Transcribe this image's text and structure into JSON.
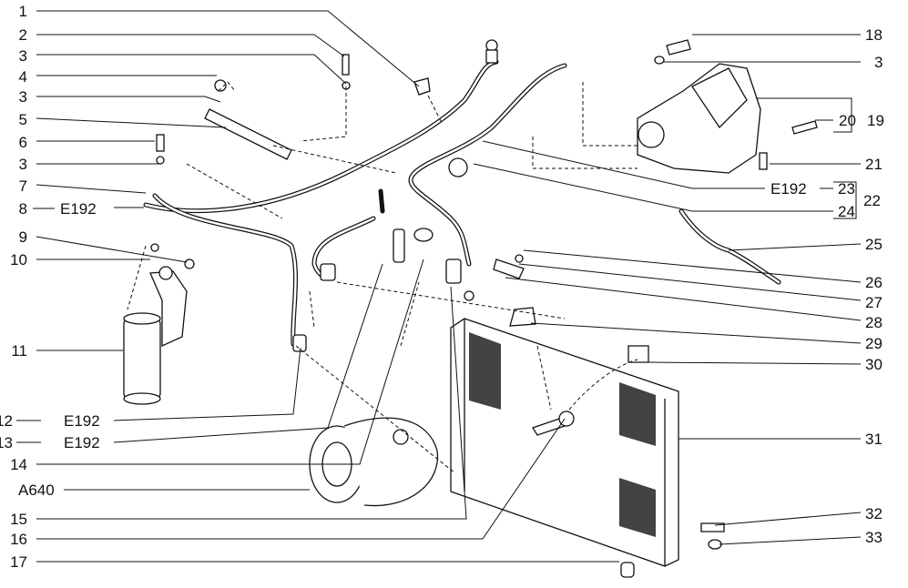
{
  "labels_left": [
    {
      "num": "1"
    },
    {
      "num": "2"
    },
    {
      "num": "3"
    },
    {
      "num": "4"
    },
    {
      "num": "3"
    },
    {
      "num": "5"
    },
    {
      "num": "6"
    },
    {
      "num": "3"
    },
    {
      "num": "7"
    },
    {
      "num": "8",
      "code": "E192"
    },
    {
      "num": "9"
    },
    {
      "num": "10"
    },
    {
      "num": "11"
    },
    {
      "num": "12",
      "code": "E192"
    },
    {
      "num": "13",
      "code": "E192"
    },
    {
      "num": "14"
    },
    {
      "num": "A640"
    },
    {
      "num": "15"
    },
    {
      "num": "16"
    },
    {
      "num": "17"
    }
  ],
  "labels_right": [
    {
      "num": "18"
    },
    {
      "num": "3"
    },
    {
      "num": "20"
    },
    {
      "num": "21"
    },
    {
      "num": "23",
      "code": "E192"
    },
    {
      "num": "24"
    },
    {
      "num": "25"
    },
    {
      "num": "26"
    },
    {
      "num": "27"
    },
    {
      "num": "28"
    },
    {
      "num": "29"
    },
    {
      "num": "30"
    },
    {
      "num": "31"
    },
    {
      "num": "32"
    },
    {
      "num": "33"
    }
  ],
  "group_labels": [
    {
      "num": "19"
    },
    {
      "num": "22"
    }
  ]
}
